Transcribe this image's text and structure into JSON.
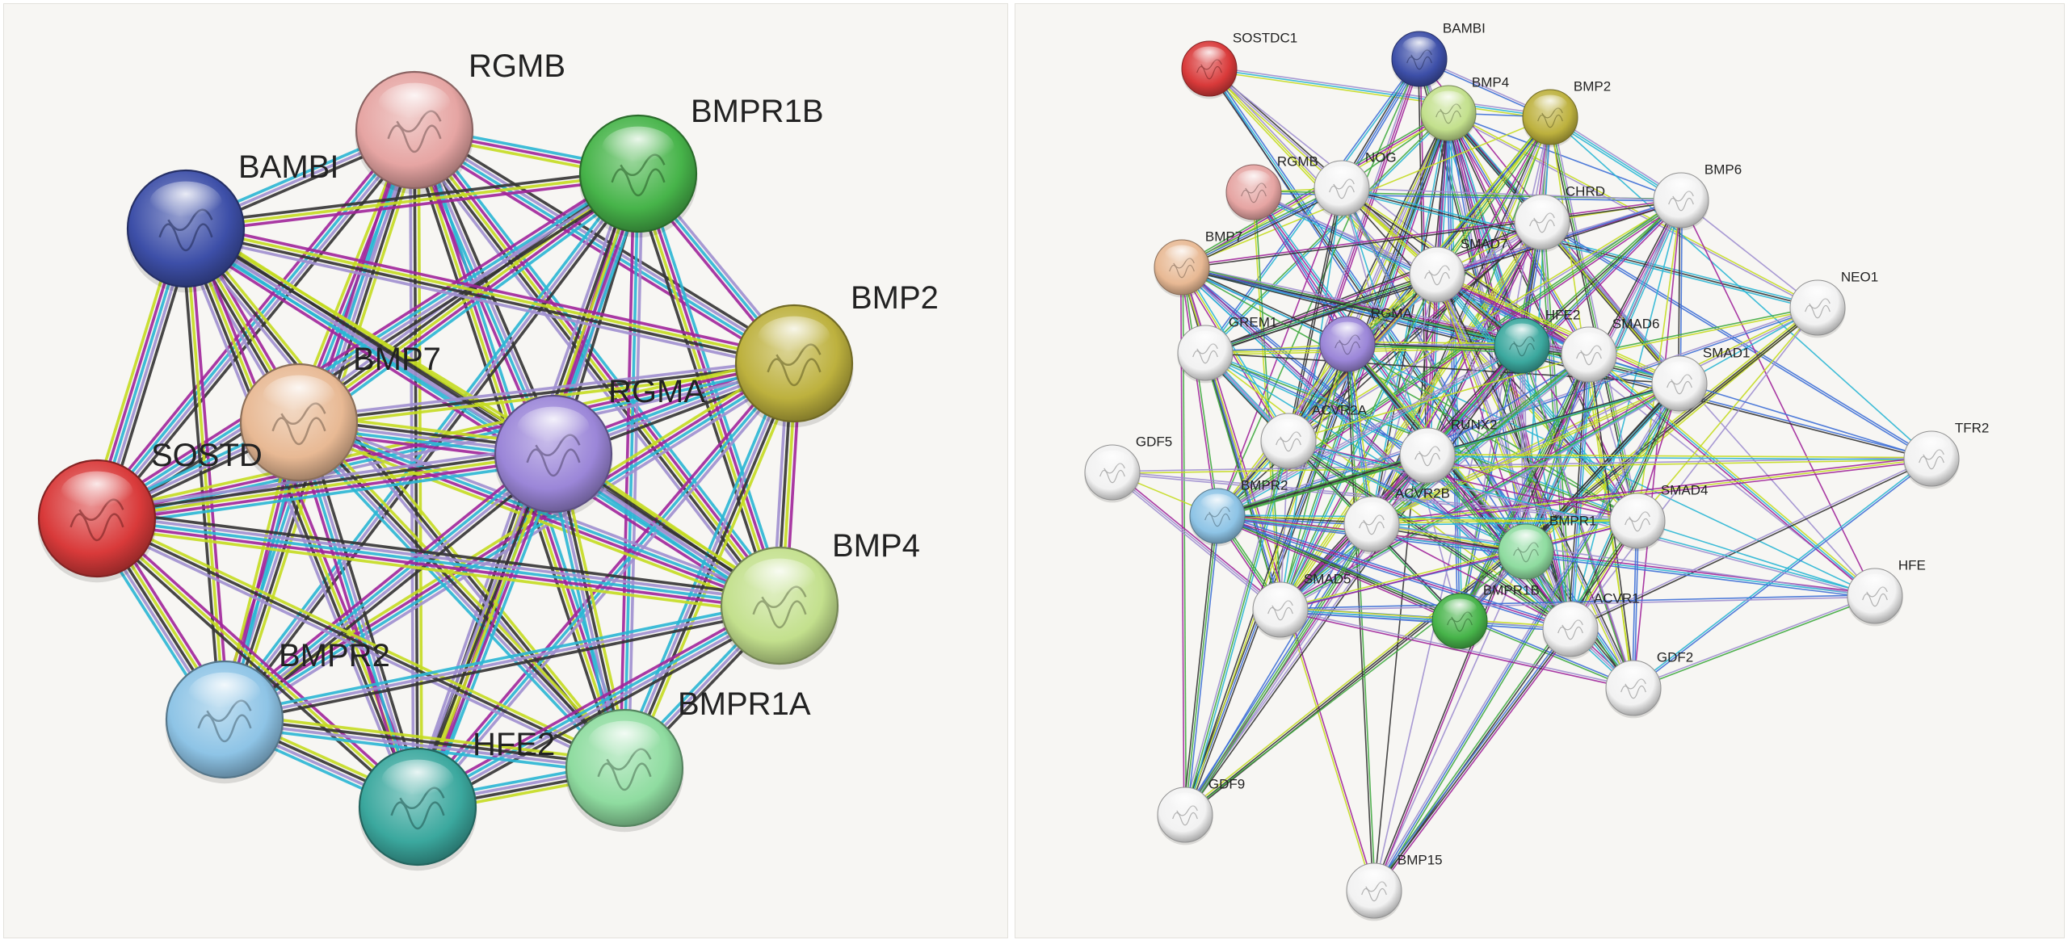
{
  "colors": {
    "background": "#f7f6f3",
    "edge_cyan": "#29b6d4",
    "edge_magenta": "#a0259a",
    "edge_yellow": "#c4dc20",
    "edge_black": "#333333",
    "edge_lavender": "#9f8fcf",
    "edge_blue": "#3d6fd6",
    "edge_green": "#3faa3f"
  },
  "left_network": {
    "nodes": [
      {
        "id": "RGMB",
        "label": "RGMB",
        "color": "#e6a5a3"
      },
      {
        "id": "BMPR1B",
        "label": "BMPR1B",
        "color": "#47b44a"
      },
      {
        "id": "BAMBI",
        "label": "BAMBI",
        "color": "#3d4fa8"
      },
      {
        "id": "BMP2",
        "label": "BMP2",
        "color": "#bdb13e"
      },
      {
        "id": "BMP7",
        "label": "BMP7",
        "color": "#e8b994"
      },
      {
        "id": "RGMA",
        "label": "RGMA",
        "color": "#9b86d8"
      },
      {
        "id": "SOSTDC1",
        "label": "SOSTD",
        "color": "#d93a3a"
      },
      {
        "id": "BMP4",
        "label": "BMP4",
        "color": "#c3e08d"
      },
      {
        "id": "BMPR2",
        "label": "BMPR2",
        "color": "#8ec4e6"
      },
      {
        "id": "BMPR1A",
        "label": "BMPR1A",
        "color": "#8fdca0"
      },
      {
        "id": "HFE2",
        "label": "HFE2",
        "color": "#3ba89e"
      }
    ]
  },
  "right_network": {
    "nodes": [
      {
        "id": "SOSTDC1",
        "label": "SOSTDC1",
        "color": "#d93a3a"
      },
      {
        "id": "BAMBI",
        "label": "BAMBI",
        "color": "#3d4fa8"
      },
      {
        "id": "BMP4",
        "label": "BMP4",
        "color": "#c3e08d"
      },
      {
        "id": "BMP2",
        "label": "BMP2",
        "color": "#bdb13e"
      },
      {
        "id": "RGMB",
        "label": "RGMB",
        "color": "#e6a5a3"
      },
      {
        "id": "NOG",
        "label": "NOG",
        "color": "#f2f2f2"
      },
      {
        "id": "CHRD",
        "label": "CHRD",
        "color": "#f2f2f2"
      },
      {
        "id": "BMP6",
        "label": "BMP6",
        "color": "#f2f2f2"
      },
      {
        "id": "BMP7",
        "label": "BMP7",
        "color": "#e8b994"
      },
      {
        "id": "SMAD7",
        "label": "SMAD7",
        "color": "#f2f2f2"
      },
      {
        "id": "NEO1",
        "label": "NEO1",
        "color": "#f2f2f2"
      },
      {
        "id": "GREM1",
        "label": "GREM1",
        "color": "#f2f2f2"
      },
      {
        "id": "RGMA",
        "label": "RGMA",
        "color": "#9b86d8"
      },
      {
        "id": "HFE2",
        "label": "HFE2",
        "color": "#3ba89e"
      },
      {
        "id": "SMAD6",
        "label": "SMAD6",
        "color": "#f2f2f2"
      },
      {
        "id": "SMAD1",
        "label": "SMAD1",
        "color": "#f2f2f2"
      },
      {
        "id": "TFR2",
        "label": "TFR2",
        "color": "#f2f2f2"
      },
      {
        "id": "GDF5",
        "label": "GDF5",
        "color": "#f2f2f2"
      },
      {
        "id": "ACVR2A",
        "label": "ACVR2A",
        "color": "#f2f2f2"
      },
      {
        "id": "RUNX2",
        "label": "RUNX2",
        "color": "#f2f2f2"
      },
      {
        "id": "BMPR2",
        "label": "BMPR2",
        "color": "#8ec4e6"
      },
      {
        "id": "ACVR2B",
        "label": "ACVR2B",
        "color": "#f2f2f2"
      },
      {
        "id": "BMPR1A",
        "label": "BMPR1",
        "color": "#8fdca0"
      },
      {
        "id": "SMAD4",
        "label": "SMAD4",
        "color": "#f2f2f2"
      },
      {
        "id": "HFE",
        "label": "HFE",
        "color": "#f2f2f2"
      },
      {
        "id": "SMAD5",
        "label": "SMAD5",
        "color": "#f2f2f2"
      },
      {
        "id": "BMPR1B",
        "label": "BMPR1B",
        "color": "#47b44a"
      },
      {
        "id": "ACVR1",
        "label": "ACVR1",
        "color": "#f2f2f2"
      },
      {
        "id": "GDF2",
        "label": "GDF2",
        "color": "#f2f2f2"
      },
      {
        "id": "GDF9",
        "label": "GDF9",
        "color": "#f2f2f2"
      },
      {
        "id": "BMP15",
        "label": "BMP15",
        "color": "#f2f2f2"
      }
    ]
  }
}
